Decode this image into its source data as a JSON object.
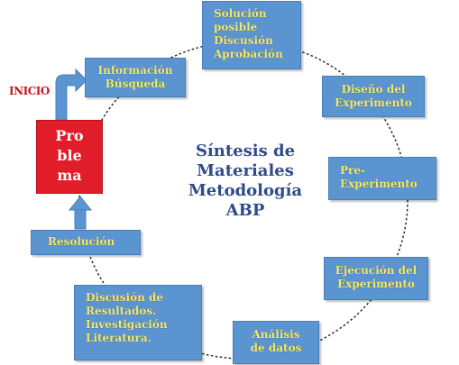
{
  "start_label": "INICIO",
  "problem_label": "Pro\nble\nma",
  "center_title": [
    "Síntesis de",
    "Materiales",
    "Metodología",
    "ABP"
  ],
  "steps": {
    "informacion": "Información\nBúsqueda",
    "solucion": "Solución\nposible\nDiscusión\nAprobación",
    "diseno": "Diseño del\nExperimento",
    "pre": "Pre-\nExperimento",
    "ejecucion": "Ejecución del\nExperimento",
    "analisis": "Análisis\nde datos",
    "discusion": "Discusión de\nResultados.\nInvestigación\nLiteratura.",
    "resolucion": "Resolución"
  },
  "colors": {
    "box_fill": "#5b95d1",
    "box_text": "#f5e86a",
    "problem_fill": "#e11d29",
    "title_text": "#2f4b8a",
    "start_text": "#c4161c",
    "arrow_fill": "#5b95d1"
  }
}
